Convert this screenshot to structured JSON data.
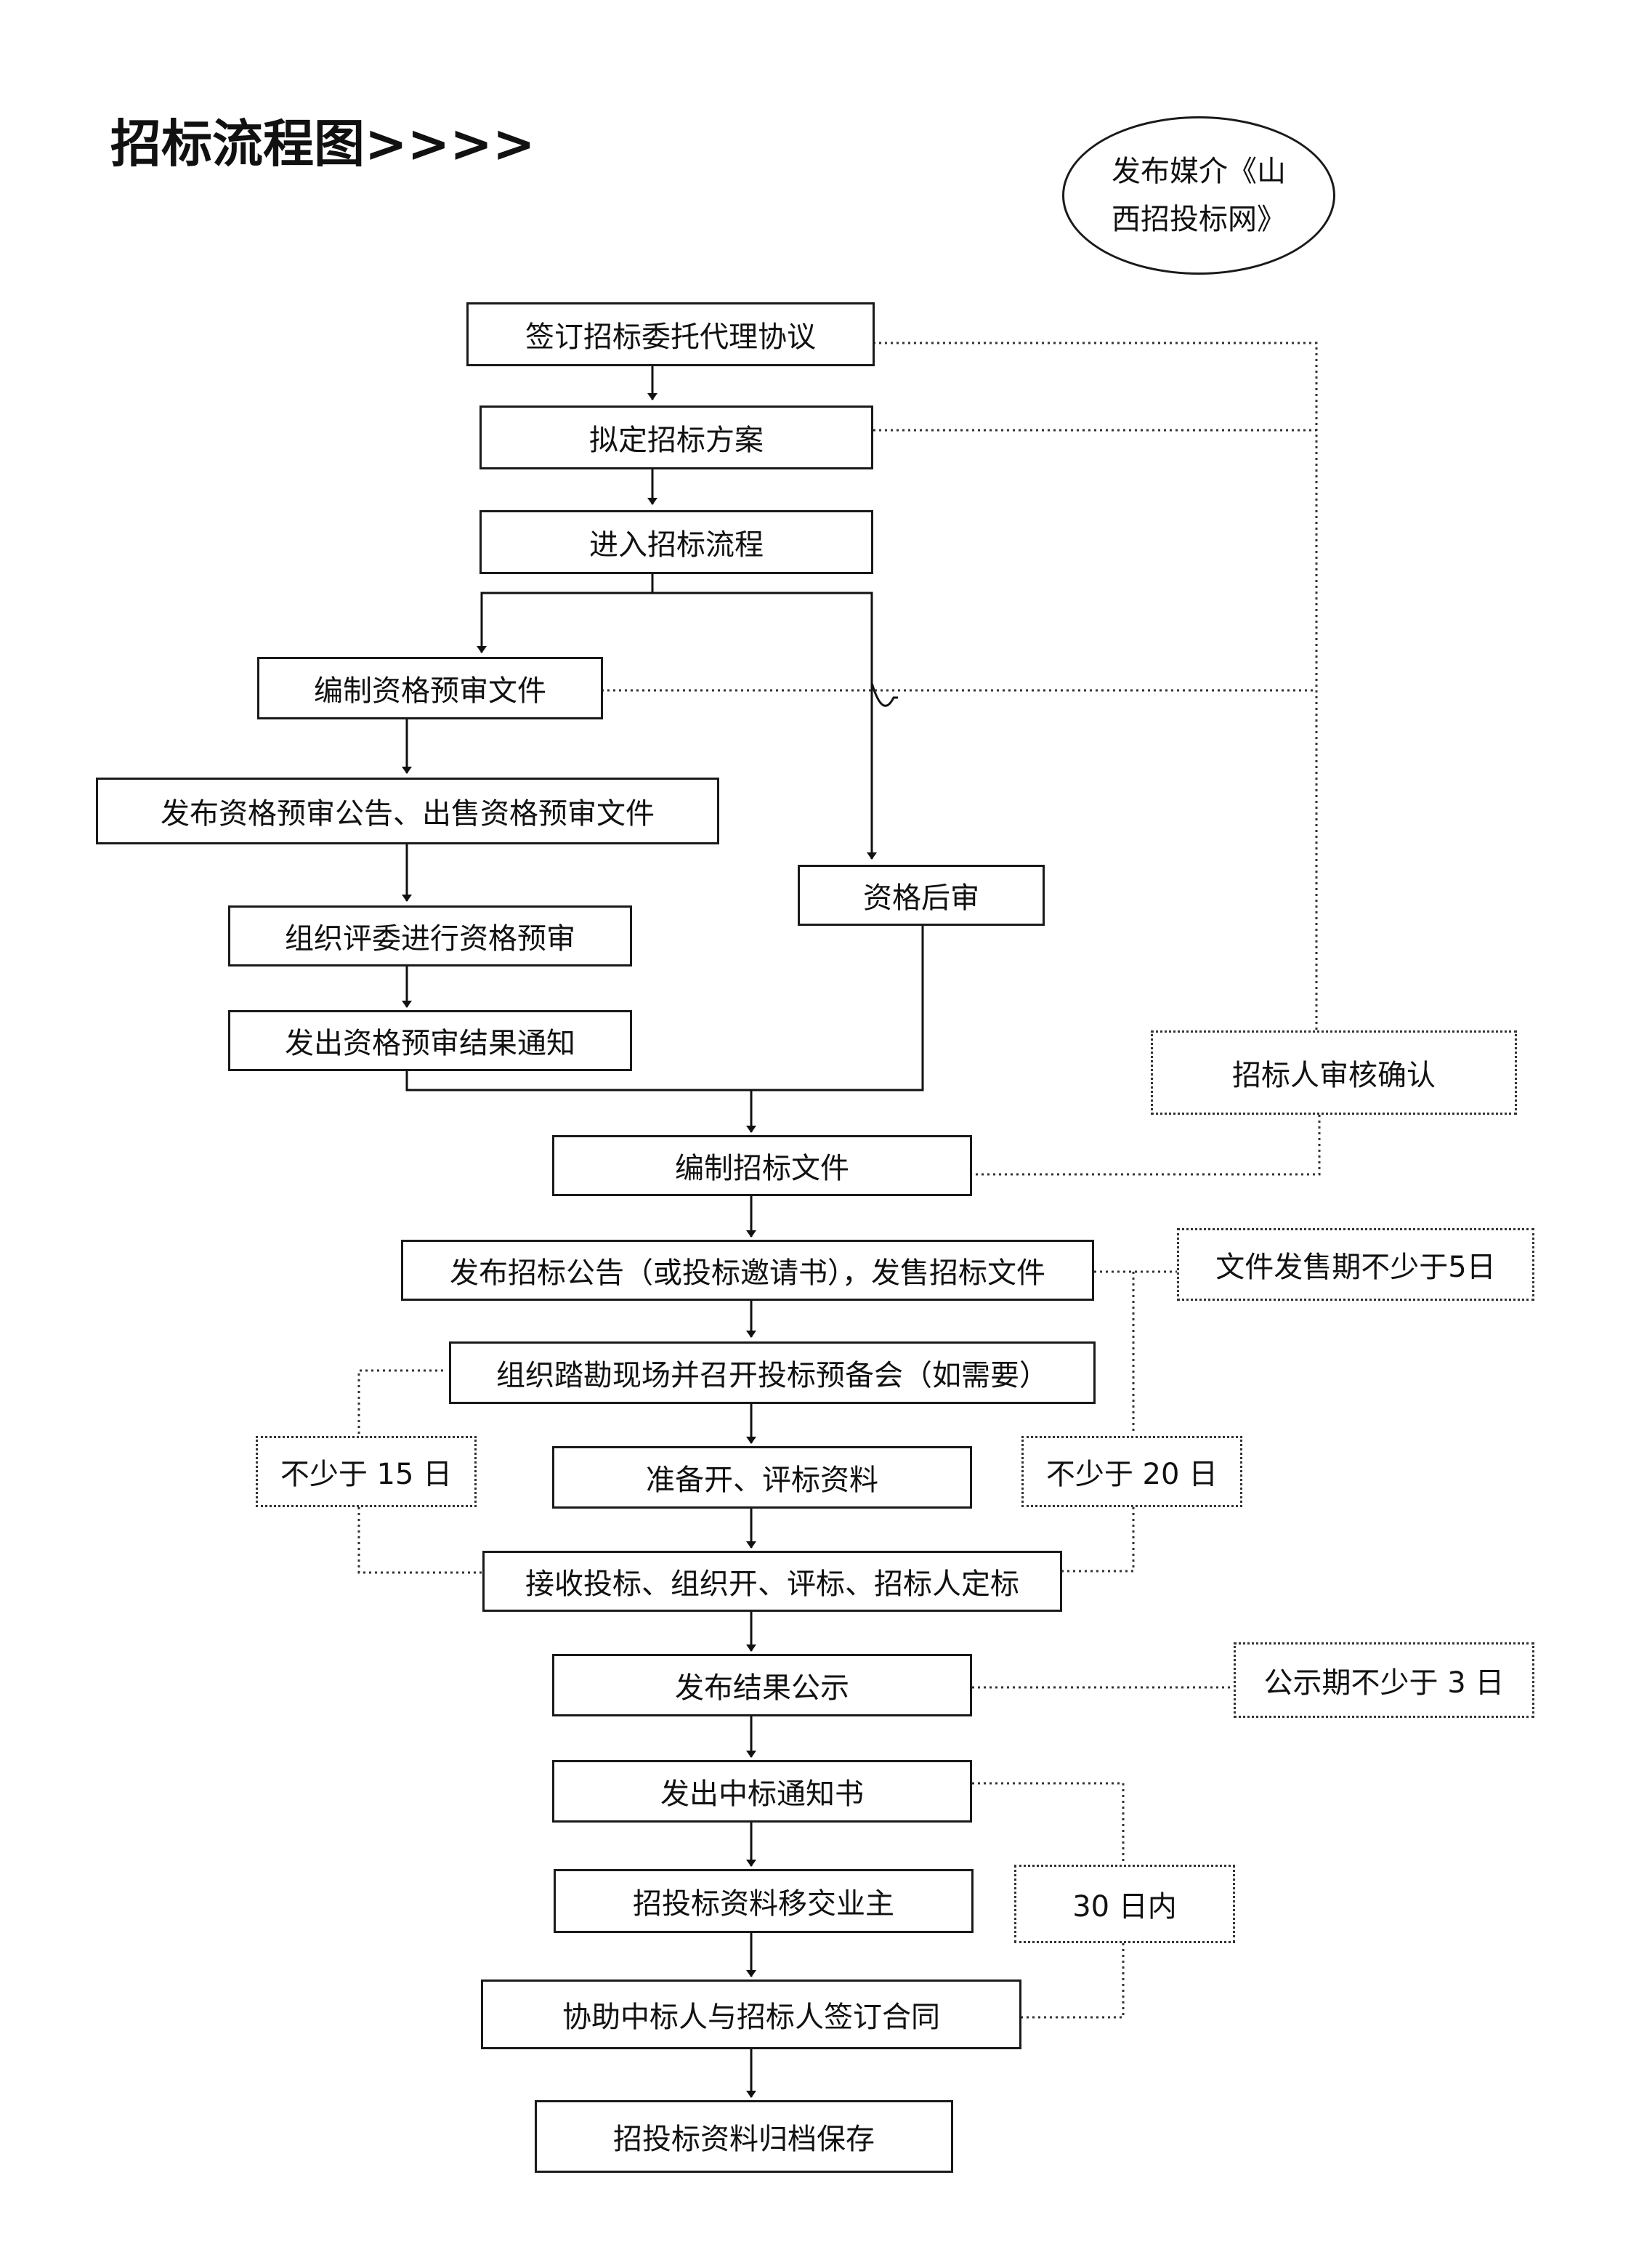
{
  "title": "招标流程图>>>>",
  "media": {
    "line1": "发布媒介《山",
    "line2": "西招投标网》"
  },
  "steps": {
    "sign_agreement": "签订招标委托代理协议",
    "draft_plan": "拟定招标方案",
    "enter_process": "进入招标流程",
    "prequal_docs": "编制资格预审文件",
    "publish_prequal": "发布资格预审公告、出售资格预审文件",
    "post_qual": "资格后审",
    "organize_prequal": "组织评委进行资格预审",
    "prequal_result": "发出资格预审结果通知",
    "tender_docs": "编制招标文件",
    "publish_tender": "发布招标公告（或投标邀请书），发售招标文件",
    "site_visit": "组织踏勘现场并召开投标预备会（如需要）",
    "prepare_materials": "准备开、评标资料",
    "receive_bids": "接收投标、组织开、评标、招标人定标",
    "publish_result": "发布结果公示",
    "award_notice": "发出中标通知书",
    "transfer_owner": "招投标资料移交业主",
    "assist_contract": "协助中标人与招标人签订合同",
    "archive": "招投标资料归档保存"
  },
  "notes": {
    "tenderer_confirm": "招标人审核确认",
    "sale_period": "文件发售期不少于5日",
    "min_15": "不少于 15 日",
    "min_20": "不少于 20 日",
    "publicity_period": "公示期不少于 3 日",
    "within_30": "30 日内"
  }
}
